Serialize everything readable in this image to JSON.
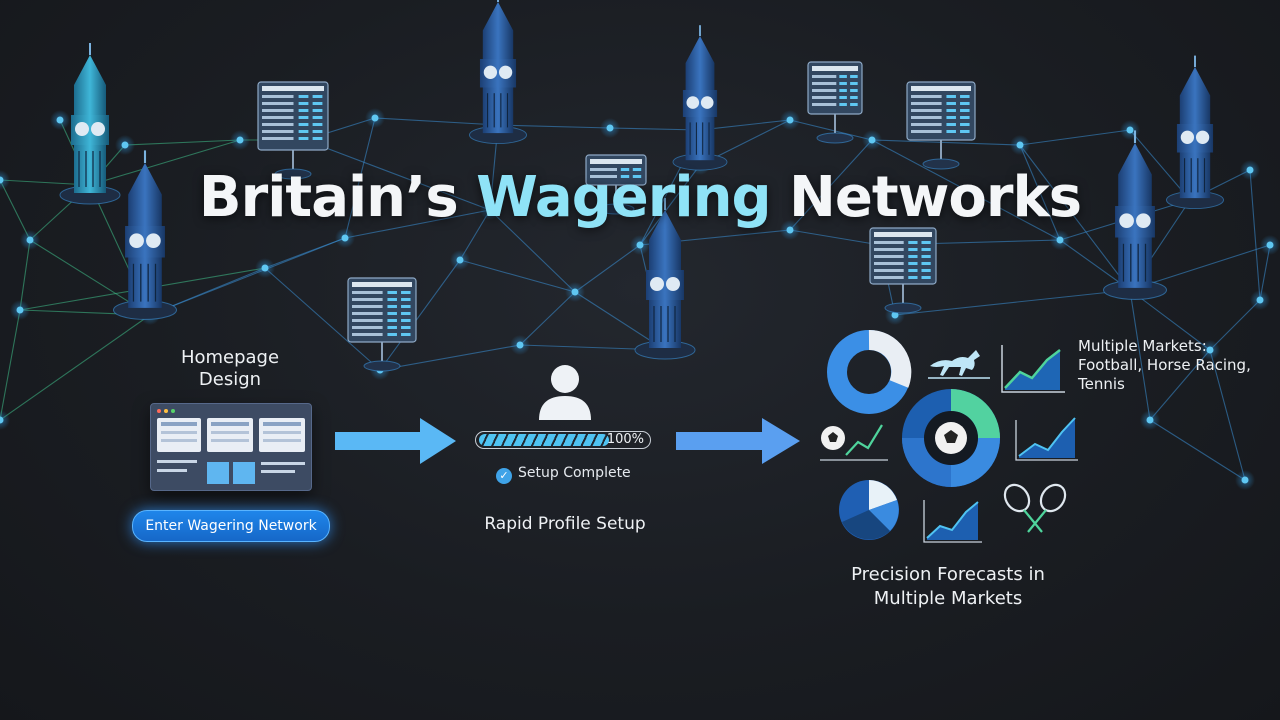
{
  "title": {
    "part1": "Britain’s ",
    "highlight": "Wagering",
    "part2": " Networks"
  },
  "homepage": {
    "label": "Homepage Design",
    "button": "Enter Wagering Network"
  },
  "setup": {
    "progress_text": "100%",
    "progress_value": 1.0,
    "status": "Setup Complete",
    "label": "Rapid Profile Setup"
  },
  "forecasts": {
    "markets_label": "Multiple Markets: Football, Horse Racing, Tennis",
    "label": "Precision Forecasts in Multiple Markets"
  },
  "icons": [
    "big-ben-tower-icon",
    "odds-board-icon",
    "user-avatar-icon",
    "donut-chart-icon",
    "horse-racing-icon",
    "football-icon",
    "tennis-rackets-icon",
    "pie-chart-icon",
    "line-chart-icon"
  ],
  "colors": {
    "accent": "#8fe3f7",
    "button": "#1f86ea",
    "network_blue": "#3a8fd6",
    "network_green": "#4fd49c"
  }
}
